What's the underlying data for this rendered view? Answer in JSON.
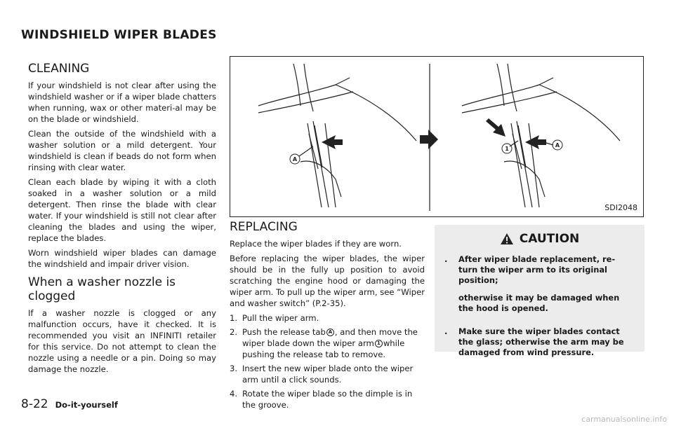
{
  "page_heading": "WINDSHIELD WIPER BLADES",
  "cleaning": {
    "title": "CLEANING",
    "paragraphs": [
      "If your windshield is not clear after using the windshield washer or if a wiper blade chatters when running, wax or other materi-al may be on the blade or windshield.",
      "Clean the outside of the windshield with a washer solution or a mild detergent. Your windshield is clean if beads do not form when rinsing with clear water.",
      "Clean each blade by wiping it with a cloth soaked in a washer solution or a mild detergent. Then rinse the blade with clear water. If your windshield is still not clear after cleaning the blades and using the wiper, replace the blades.",
      "Worn windshield wiper blades can damage the windshield and impair driver vision."
    ]
  },
  "nozzle": {
    "title": "When a washer nozzle is clogged",
    "paragraph": "If a washer nozzle is clogged or any malfunction occurs, have it checked. It is recommended you visit an INFINITI retailer for this service. Do not attempt to clean the nozzle using a needle or a pin. Doing so may damage the nozzle."
  },
  "figure": {
    "code": "SDI2048",
    "marker_a": "A",
    "marker_1": "1"
  },
  "replacing": {
    "title": "REPLACING",
    "intro": "Replace the wiper blades if they are worn.",
    "para2": "Before replacing the wiper blades, the wiper should be in the fully up position to avoid scratching the engine hood or damaging the wiper arm. To pull up the wiper arm, see “Wiper and washer switch” (P.2-35).",
    "steps": [
      {
        "num": "1.",
        "text": "Pull the wiper arm."
      },
      {
        "num": "2.",
        "a": "Push the release tab",
        "b": ", and then move the wiper blade down the wiper arm",
        "c": "while pushing the release tab to remove."
      },
      {
        "num": "3.",
        "text": "Insert the new wiper blade onto the wiper arm until a click sounds."
      },
      {
        "num": "4.",
        "text": "Rotate the wiper blade so the dimple is in the groove."
      }
    ]
  },
  "caution": {
    "title": "CAUTION",
    "item1_line1": "After wiper blade replacement, re-turn the wiper arm to its original position;",
    "item1_line2": "otherwise it may be damaged when the hood is opened.",
    "item2": "Make sure the wiper blades contact the glass; otherwise the arm may be damaged from wind pressure.",
    "bullet": "."
  },
  "footer": {
    "page_number": "8-22",
    "section": "Do-it-yourself",
    "watermark": "carmanualsonline.info"
  }
}
